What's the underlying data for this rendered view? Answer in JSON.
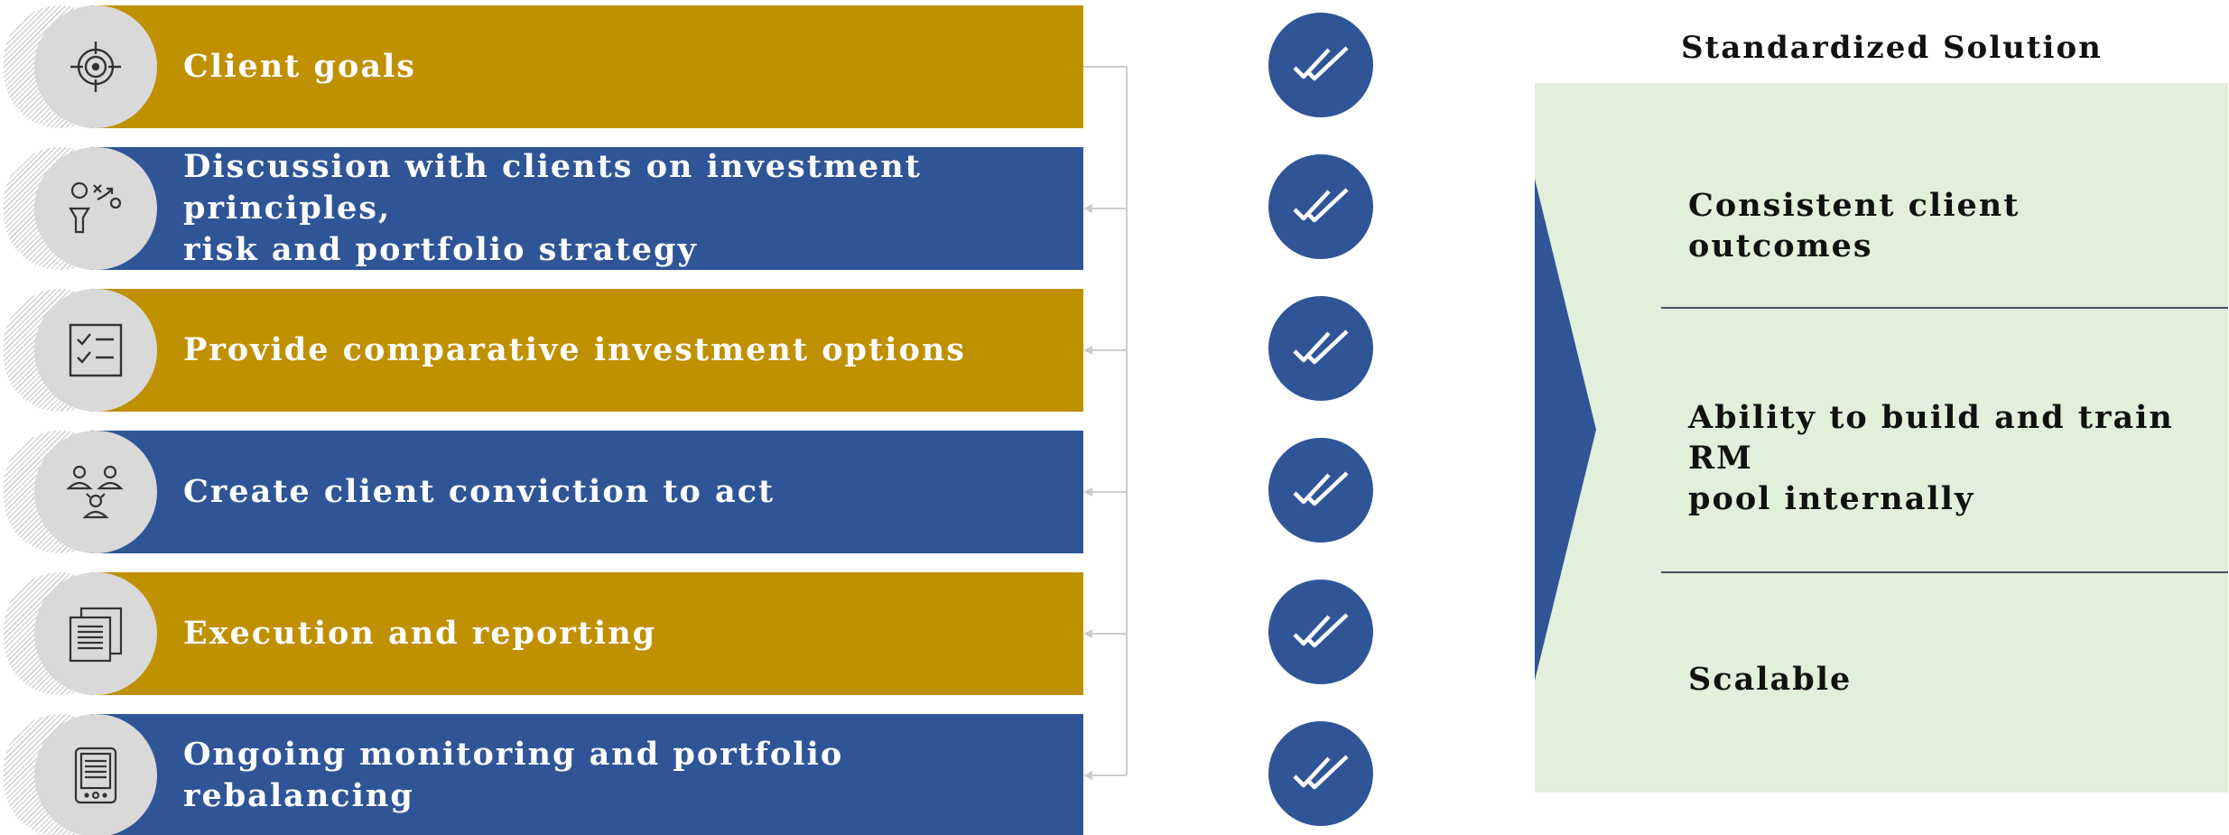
{
  "steps": [
    {
      "label": "Client goals",
      "icon": "target-icon",
      "color": "#bf9000"
    },
    {
      "label": "Discussion with clients on investment principles,\nrisk and portfolio strategy",
      "icon": "strategy-icon",
      "color": "#2f5597"
    },
    {
      "label": "Provide comparative investment options",
      "icon": "checklist-icon",
      "color": "#bf9000"
    },
    {
      "label": "Create client conviction to act",
      "icon": "people-icon",
      "color": "#2f5597"
    },
    {
      "label": "Execution and reporting",
      "icon": "documents-icon",
      "color": "#bf9000"
    },
    {
      "label": "Ongoing monitoring and portfolio rebalancing",
      "icon": "tablet-icon",
      "color": "#2f5597"
    }
  ],
  "checks": {
    "icon": "double-check-icon",
    "count": 6,
    "color": "#2f5597"
  },
  "panel": {
    "title": "Standardized Solution",
    "background": "#e2efda",
    "outcomes": [
      "Consistent client outcomes",
      "Ability to build and train RM\npool internally",
      "Scalable"
    ]
  }
}
